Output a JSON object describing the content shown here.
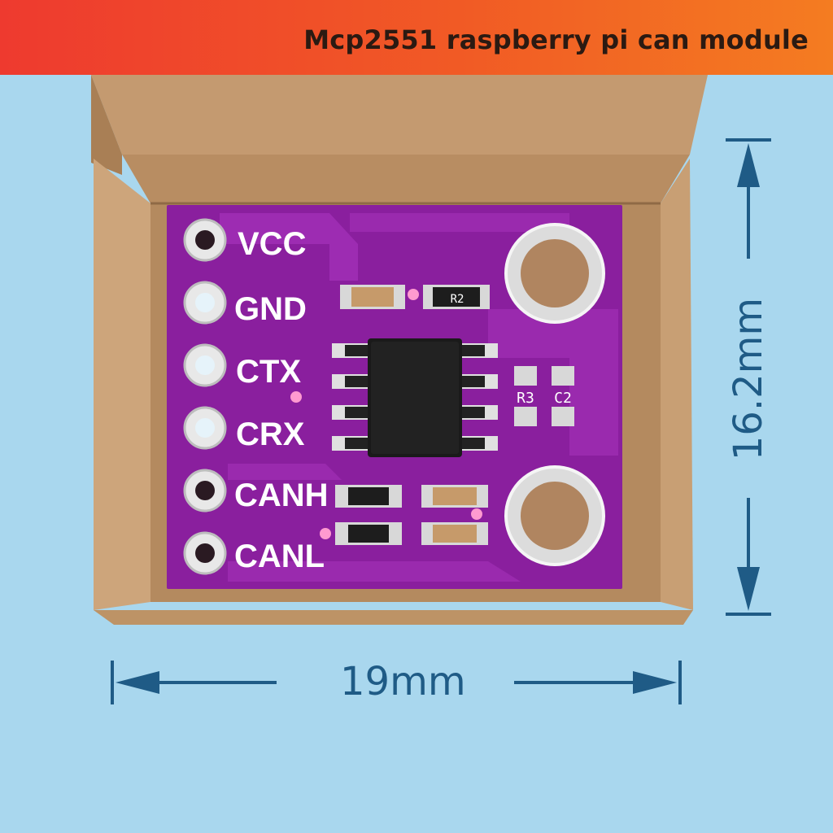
{
  "banner": {
    "title": "Mcp2551 raspberry pi can module"
  },
  "dimensions": {
    "width_label": "19mm",
    "height_label": "16.2mm"
  },
  "board": {
    "pin_labels": [
      "VCC",
      "GND",
      "CTX",
      "CRX",
      "CANH",
      "CANL"
    ],
    "silkscreen": {
      "r2": "R2",
      "r3": "R3",
      "c2": "C2"
    }
  },
  "colors": {
    "background": "#a9d7ee",
    "banner": "#f15a25",
    "pcb": "#8a1f9e",
    "cardboard": "#caa27a",
    "dimension": "#1f5b86"
  }
}
